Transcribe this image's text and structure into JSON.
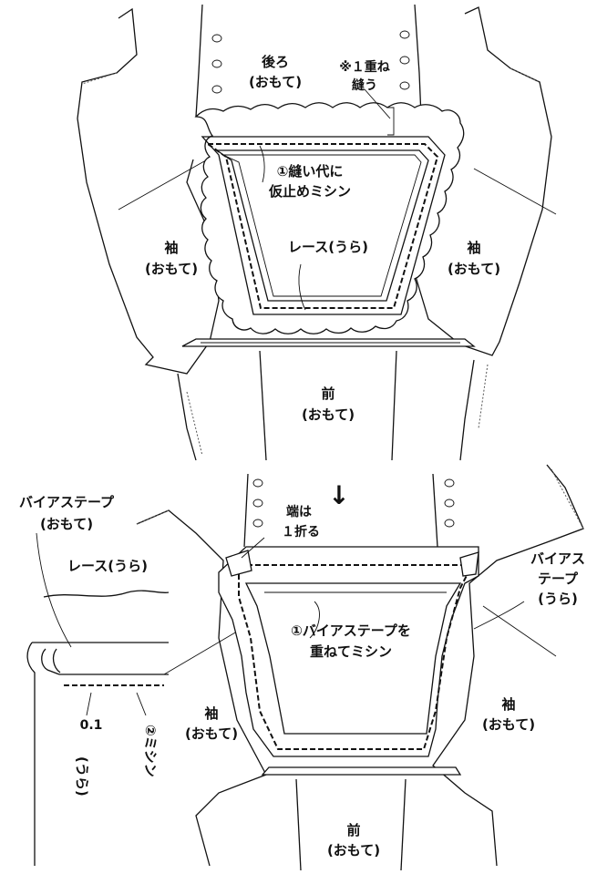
{
  "top": {
    "back_label": "後ろ",
    "back_face": "(おもて)",
    "note_line1": "※１重ね",
    "note_line2": "縫う",
    "baste_line1": "①縫い代に",
    "baste_line2": "仮止めミシン",
    "lace_label": "レース(うら)",
    "sleeve_left": "袖",
    "sleeve_left_face": "(おもて)",
    "sleeve_right": "袖",
    "sleeve_right_face": "(おもて)",
    "front_label": "前",
    "front_face": "(おもて)"
  },
  "arrow": "↓",
  "bottom": {
    "edge_line1": "端は",
    "edge_line2": "１折る",
    "bias_right_line1": "バイアス",
    "bias_right_line2": "テープ",
    "bias_right_line3": "(うら)",
    "sew_line1": "①バイアステープを",
    "sew_line2": "重ねてミシン",
    "sleeve_left": "袖",
    "sleeve_left_face": "(おもて)",
    "sleeve_right": "袖",
    "sleeve_right_face": "(おもて)",
    "front_label": "前",
    "front_face": "(おもて)"
  },
  "detail": {
    "bias_line1": "バイアステープ",
    "bias_line2": "(おもて)",
    "lace_label": "レース(うら)",
    "margin_value": "0.1",
    "stitch_label": "②ミシン",
    "back_face": "(うら)"
  }
}
